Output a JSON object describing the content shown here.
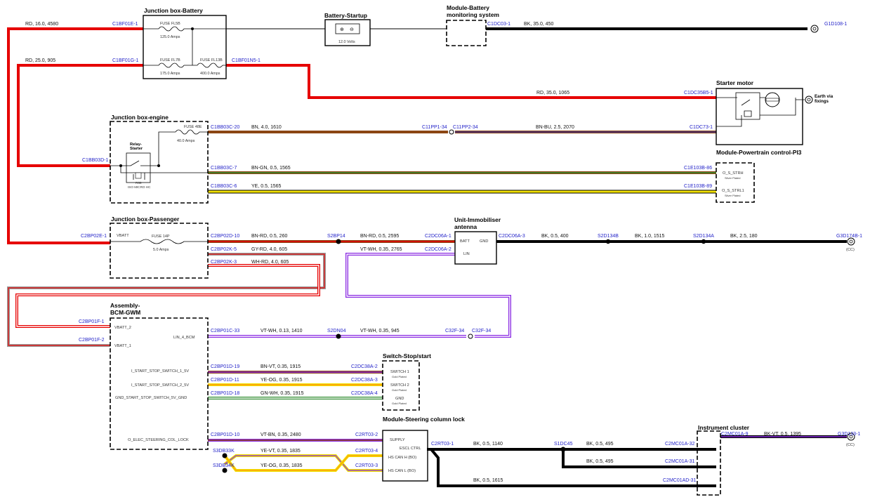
{
  "colors": {
    "RD": "#e60000",
    "BK": "#000000",
    "BN": "#8b4513",
    "BU": "#3a2c8c",
    "GN": "#2e8b2e",
    "YE": "#f0e000",
    "VT": "#8a2be2",
    "WH": "#ffffff",
    "GY": "#9a9a9a",
    "OG": "#ff9900"
  },
  "components": {
    "jb_battery": "Junction box-Battery",
    "battery_startup": "Battery-Startup",
    "battery_volts": "12.0 Volts",
    "bms": "Module-Battery monitoring system",
    "starter_motor": "Starter motor",
    "earth": "Earth via fixings",
    "jb_engine": "Junction box-engine",
    "relay_starter": "Relay-Starter",
    "relay_code": "R55",
    "relay_type": "ISO MICRO HC",
    "pcm": "Module-Powertrain control-PI3",
    "jb_passenger": "Junction box-Passenger",
    "immobiliser": "Unit-Immobiliser antenna",
    "bcm": "Assembly-BCM-GWM",
    "switch_stop": "Switch-Stop/start",
    "steering_lock": "Module-Steering column lock",
    "cluster": "Instrument cluster"
  },
  "fuses": {
    "fl5b": "FUSE FL5B",
    "fl5b_amp": "125.0 Amps",
    "fl7b": "FUSE FL7B",
    "fl7b_amp": "175.0 Amps",
    "fl13b": "FUSE FL13B",
    "fl13b_amp": "400.0 Amps",
    "f48e": "FUSE 48E",
    "f48e_amp": "40.0 Amps",
    "f14p": "FUSE 14P",
    "f14p_amp": "5.0 Amps"
  },
  "pins": {
    "o_s_strh": "O_S_STRH",
    "o_s_strl1": "O_S_STRL1",
    "silver": "Silver Plated",
    "vbatt": "VBATT",
    "batt": "BATT",
    "gnd": "GND",
    "lin": "LIN",
    "vbatt_2": "VBATT_2",
    "vbatt_1": "VBATT_1",
    "lin_4_bcm": "LIN_4_BCM",
    "sw1_5v": "I_START_STOP_SWITCH_1_5V",
    "sw2_5v": "I_START_STOP_SWITCH_2_5V",
    "gnd_5v": "GND_START_STOP_SWITCH_5V_GND",
    "elec_steer": "O_ELEC_STEERING_COL_LOCK",
    "switch1": "SWITCH 1",
    "switch2": "SWITCH 2",
    "sw_gnd": "GND",
    "gold": "Gold Plated",
    "supply": "SUPPLY",
    "escl": "ESCL CTRL",
    "hs_h": "HS CAN H (BO)",
    "hs_l": "HS CAN L (BO)",
    "cc1": "(CC)",
    "cc2": "(CC)"
  },
  "connectors": {
    "c1bf01e1": "C1BF01E-1",
    "c1bf01g1": "C1BF01G-1",
    "c1bf01n51": "C1BF01N5-1",
    "c1dc031": "C1DC03-1",
    "g1d1081": "G1D108-1",
    "c1dc35b51": "C1DC35B5-1",
    "c1bb031": "C1BB03D-1",
    "c1bb03c20": "C1BB03C-20",
    "c11pp134": "C11PP1-34",
    "c11pp234": "C11PP2-34",
    "c1dc731": "C1DC73-1",
    "c1bb03c7": "C1BB03C-7",
    "c1e103b86": "C1E103B-86",
    "c1bb03c6": "C1BB03C-6",
    "c1e103b89": "C1E103B-89",
    "c2bp02e1": "C2BP02E-1",
    "c2bp02d10": "C2BP02D-10",
    "s2bp14": "S2BP14",
    "c2dc06a1": "C2DC06A-1",
    "c2dc06a3": "C2DC06A-3",
    "s2d134b": "S2D134B",
    "s2d134a": "S2D134A",
    "g3d174b1": "G3D174B-1",
    "c2bp02k5": "C2BP02K-5",
    "c2dc06a2": "C2DC06A-2",
    "c2bp02k3": "C2BP02K-3",
    "c2bp01f1": "C2BP01F-1",
    "c2bp01f2": "C2BP01F-2",
    "c2bp01c33": "C2BP01C-33",
    "s2dn04": "S2DN04",
    "c32f34a": "C32F-34",
    "c32f34b": "C32F-34",
    "c2bp01d19": "C2BP01D-19",
    "c2dc38a2": "C2DC38A-2",
    "c2bp01d11": "C2BP01D-11",
    "c2dc38a3": "C2DC38A-3",
    "c2bp01d18": "C2BP01D-18",
    "c2dc38a4": "C2DC38A-4",
    "c2bp01d10": "C2BP01D-10",
    "c2rt032": "C2RT03-2",
    "s3db33k": "S3DB33K",
    "c2rt034": "C2RT03-4",
    "s3db34k": "S3DB34K",
    "c2rt033": "C2RT03-3",
    "c2rt031": "C2RT03-1",
    "s1dc45": "S1DC45",
    "c2mc01a32": "C2MC01A-32",
    "c2mc01a31": "C2MC01A-31",
    "c2mc01ad31": "C2MC01AD-31",
    "c2mc01a9": "C2MC01A-9",
    "g3d1331": "G3D133-1"
  },
  "wires": {
    "w1": "RD, 16.0, 4580",
    "w2": "RD, 25.0, 905",
    "w3": "BK, 35.0, 450",
    "w4": "RD, 35.0, 1065",
    "w5": "BN, 4.0, 1610",
    "w6": "BN-BU, 2.5, 2070",
    "w7": "BN-GN, 0.5, 1565",
    "w8": "YE, 0.5, 1565",
    "w9": "BN-RD, 0.5, 260",
    "w10": "BN-RD, 0.5, 2595",
    "w11": "BK, 0.5, 400",
    "w12": "BK, 1.0, 1515",
    "w13": "BK, 2.5, 180",
    "w14": "GY-RD, 4.0, 605",
    "w15": "VT-WH, 0.35, 2765",
    "w16": "WH-RD, 4.0, 605",
    "w17": "VT-WH, 0.13, 1410",
    "w18": "VT-WH, 0.35, 945",
    "w19": "BN-VT, 0.35, 1915",
    "w20": "YE-OG, 0.35, 1915",
    "w21": "GN-WH, 0.35, 1915",
    "w22": "VT-BN, 0.35, 2480",
    "w23": "YE-VT, 0.35, 1835",
    "w24": "YE-OG, 0.35, 1835",
    "w25": "BK, 0.5, 1140",
    "w26": "BK, 0.5, 495",
    "w27": "BK, 0.5, 495",
    "w28": "BK, 0.5, 1615",
    "w29": "BK-VT, 0.5, 1395"
  }
}
